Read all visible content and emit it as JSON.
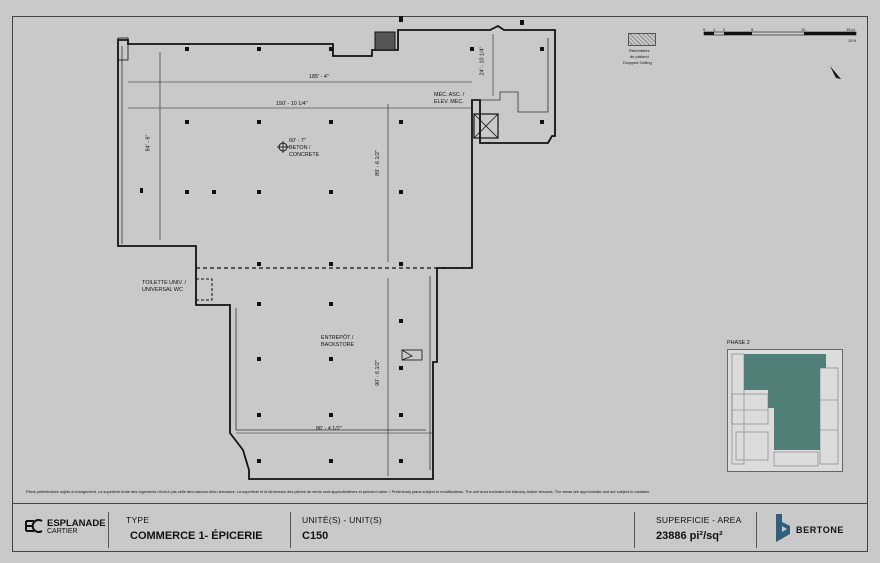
{
  "plan": {
    "dim_top": "185' - 4\"",
    "dim_mid": "150' - 10 1/4\"",
    "dim_left": "84' - 6\"",
    "dim_vertical_right": "24' - 10 1/4\"",
    "dim_center_vertical": "89' - 6 1/2\"",
    "dim_lower_vertical": "90' - 6 1/2\"",
    "dim_bottom": "86' - 4 1/2\"",
    "ceiling_height": "60' - 7\"",
    "floor_material": [
      "BETON /",
      "CONCRETE"
    ],
    "elevator_label": [
      "MÉC. ASC. /",
      "ELEV. MEC."
    ],
    "toilet_label": [
      "TOILETTE UNIV. /",
      "UNIVERSAL WC"
    ],
    "backstore_label": [
      "ENTREPÔT /",
      "BACKSTORE"
    ]
  },
  "legend": {
    "ceiling_label": [
      "Retombées",
      "de plafond",
      "Dropped Ceiling"
    ],
    "scale_ticks": [
      "0",
      "1",
      "2",
      "5",
      "10",
      "15 pi"
    ],
    "scale_sub": "15 ft"
  },
  "keyplan": {
    "title": "PHASE 2",
    "highlight_color": "#4f7f76"
  },
  "disclaimer": "Plans préliminaires sujets à changement. La superficie brute des logements n'inclut pas celle des balcons et/ou terrasses. La superficie et la dimension des pièces de vente sont approximatives et peuvent varier. / Preliminary plans subject to modifications. The unit area excludes the balcony and/or terraces. The areas are approximate and are subject to variation.",
  "footer": {
    "brand_name": "ESPLANADE",
    "brand_sub": "CARTIER",
    "type_label": "TYPE",
    "type_value": "COMMERCE 1- ÉPICERIE",
    "unit_label": "UNITÉ(S) - UNIT(S)",
    "unit_value": "C150",
    "area_label": "SUPERFICIE - AREA",
    "area_value": "23886 pi²/sq²",
    "developer": "BERTONE"
  }
}
